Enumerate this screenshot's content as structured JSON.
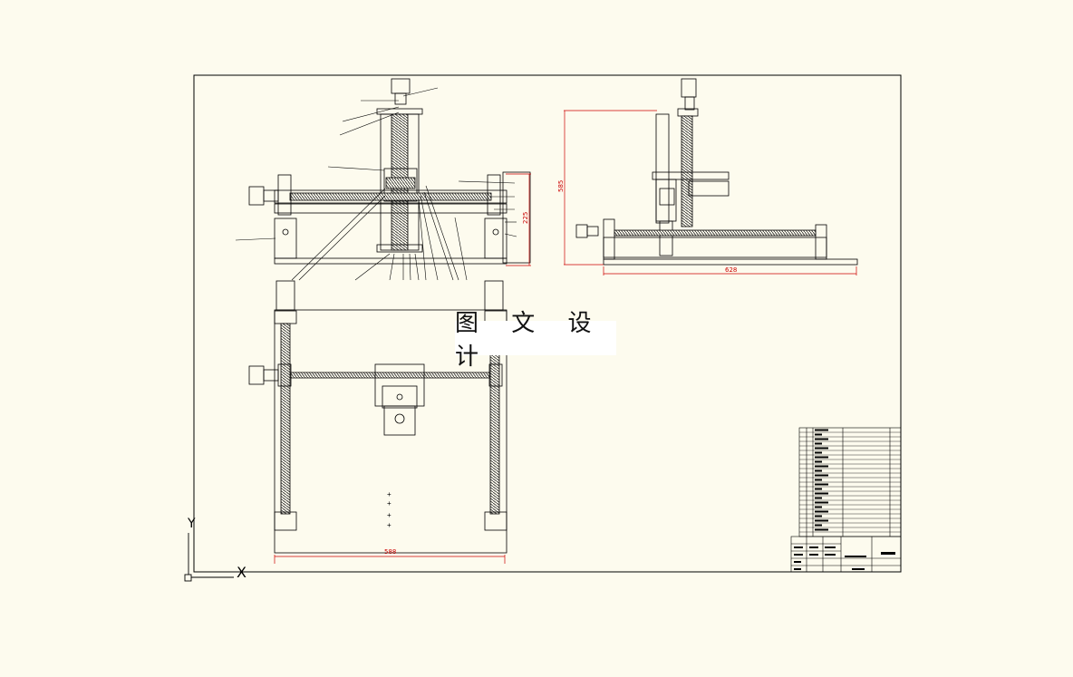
{
  "watermark": {
    "text": "图 文 设 计"
  },
  "dimensions": {
    "front_height": "225",
    "side_height": "585",
    "side_length": "628",
    "bottom_width": "588"
  },
  "axis": {
    "y_label": "Y",
    "x_label": "X"
  },
  "colors": {
    "background": "#fdfbee",
    "line": "#000000",
    "dimension": "#cc0000",
    "rail": "#555555"
  }
}
